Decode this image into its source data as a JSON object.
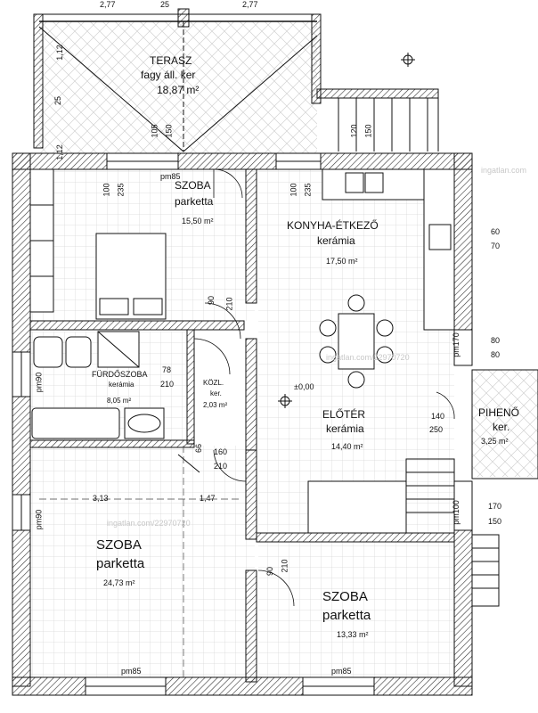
{
  "rooms": {
    "terrace": {
      "name": "TERASZ",
      "material": "fagy áll. ker",
      "area": "18,87 m²"
    },
    "bedroom_top": {
      "name": "SZOBA",
      "material": "parketta",
      "area": "15,50 m²"
    },
    "kitchen": {
      "name": "KONYHA-ÉTKEZŐ",
      "material": "kerámia",
      "area": "17,50 m²"
    },
    "bathroom": {
      "name": "FÜRDŐSZOBA",
      "material": "kerámia",
      "area": "8,05 m²"
    },
    "hall_small": {
      "name": "KÖZL.",
      "material": "ker.",
      "area": "2,03 m²"
    },
    "foyer": {
      "name": "ELŐTÉR",
      "material": "kerámia",
      "area": "14,40 m²"
    },
    "landing": {
      "name": "PIHENŐ",
      "material": "ker.",
      "area": "3,25 m²"
    },
    "bedroom_large": {
      "name": "SZOBA",
      "material": "parketta",
      "area": "24,73 m²"
    },
    "bedroom_right": {
      "name": "SZOBA",
      "material": "parketta",
      "area": "13,33 m²"
    }
  },
  "level": "±0,00",
  "dimensions": {
    "top_a": "2,77",
    "top_b": "25",
    "top_c": "2,77",
    "left_a": "1,12",
    "left_b": "25",
    "left_c": "1,12",
    "door_top_a": "105",
    "door_top_b": "150",
    "door_top_c": "120",
    "door_top_d": "150",
    "pm85_top": "pm85",
    "win_a1": "100",
    "win_a2": "235",
    "win_b1": "100",
    "win_b2": "235",
    "kitchen_60": "60",
    "kitchen_70": "70",
    "door_bed_90": "90",
    "door_bed_210": "210",
    "right_80a": "80",
    "right_80b": "80",
    "pm170": "pm170",
    "pm90_a": "pm90",
    "bath_78": "78",
    "bath_210": "210",
    "dim_140": "140",
    "dim_250": "250",
    "dim_66": "66",
    "dim_160": "160",
    "dim_210b": "210",
    "width_313": "3,13",
    "width_147": "1,47",
    "pm90_b": "pm90",
    "pm100": "pm100",
    "dim_170": "170",
    "dim_150": "150",
    "door_r_90": "90",
    "door_r_210": "210",
    "pm85_bot_a": "pm85",
    "pm85_bot_b": "pm85"
  },
  "watermarks": [
    "ingatlan.com",
    "ingatlan.com/22970720",
    "ingatlan.com/22970720"
  ]
}
